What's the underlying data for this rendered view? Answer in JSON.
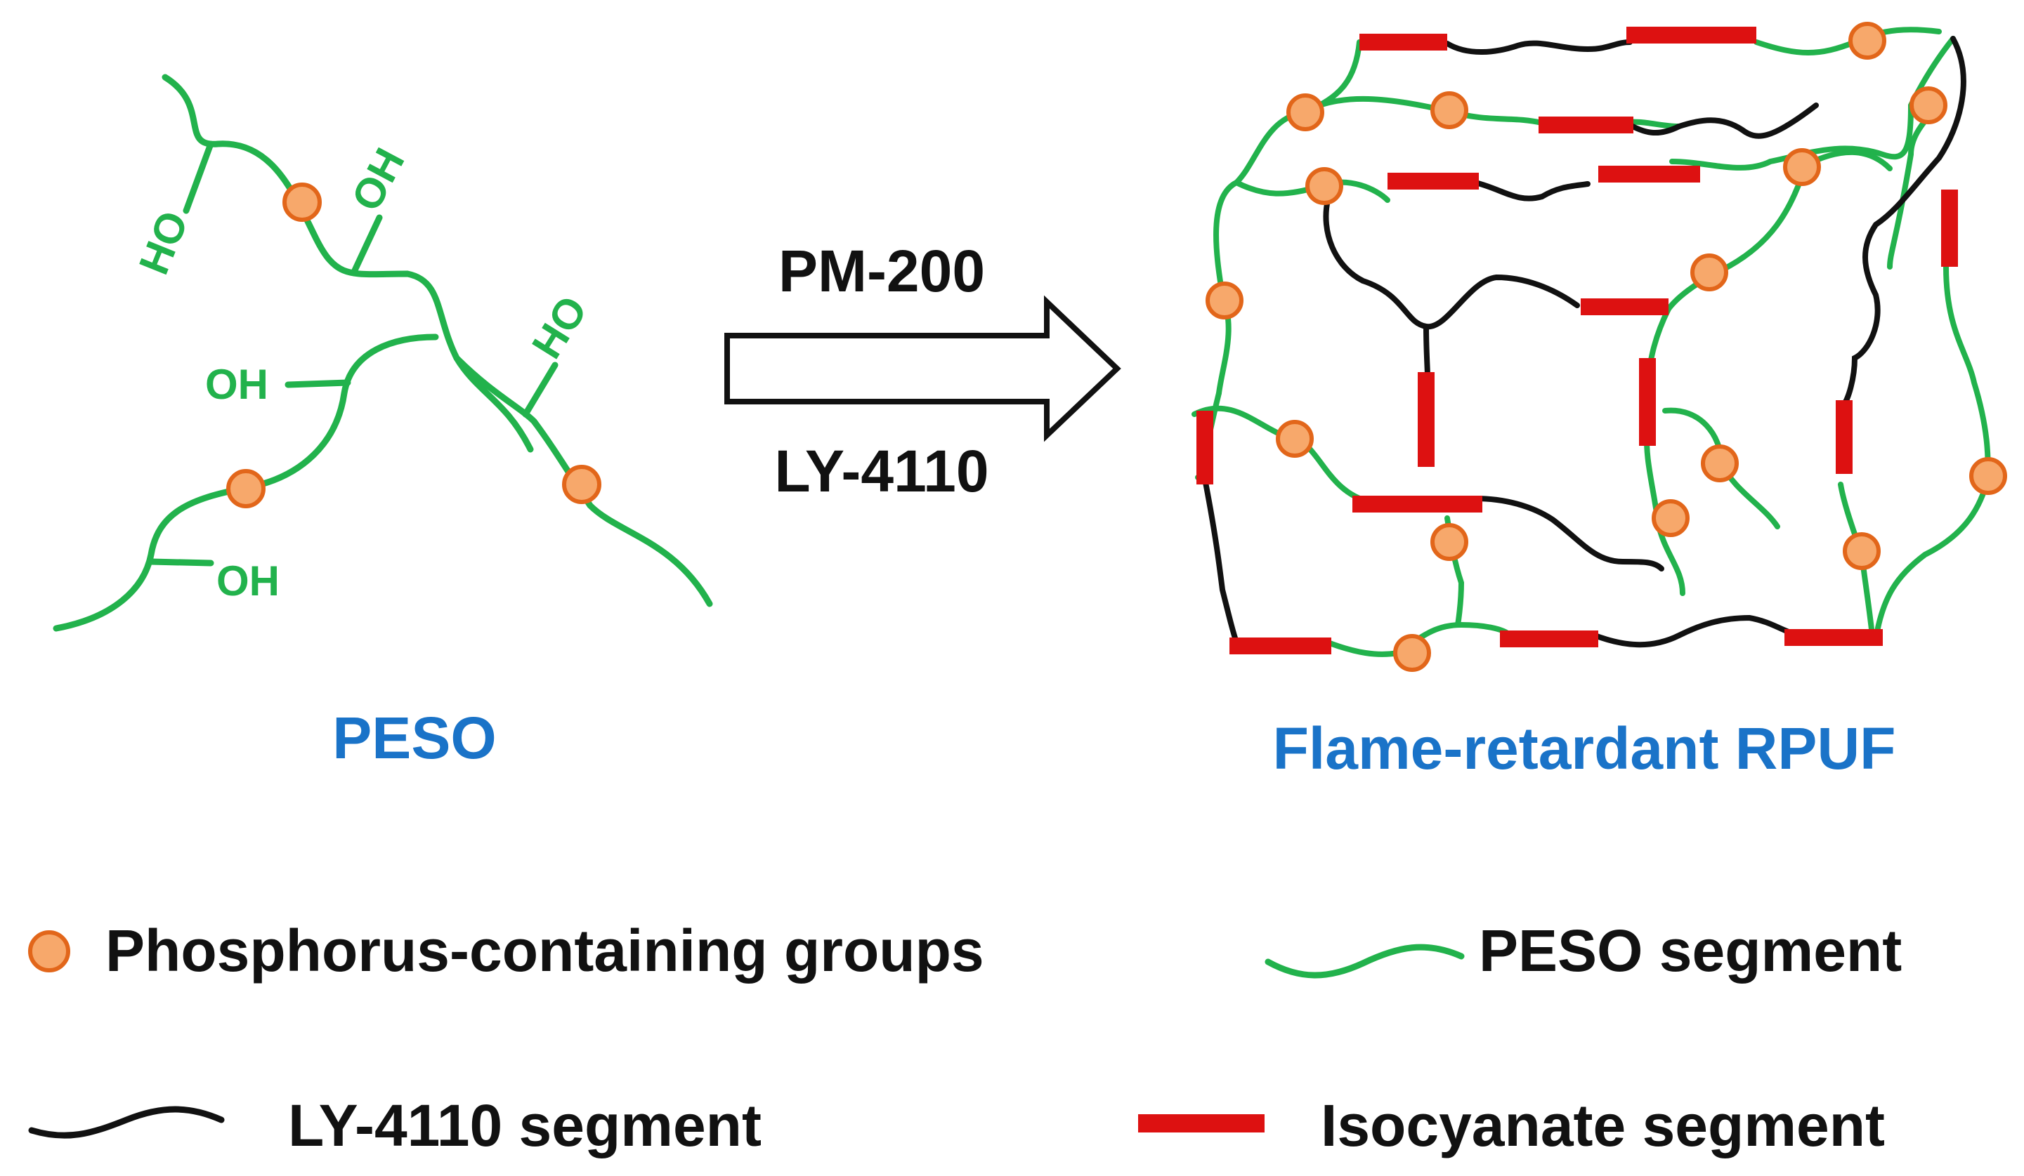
{
  "colors": {
    "peso": "#22b24c",
    "ly4110": "#111111",
    "isocyanate": "#dd1111",
    "phosphorus_fill": "#f7a86b",
    "phosphorus_stroke": "#e2661a",
    "label_blue": "#1a73c8"
  },
  "left": {
    "title": "PESO",
    "oh_labels": [
      "HO",
      "OH",
      "OH",
      "HO",
      "OH"
    ]
  },
  "arrow": {
    "top_label": "PM-200",
    "bottom_label": "LY-4110"
  },
  "right": {
    "title": "Flame-retardant RPUF"
  },
  "legend": {
    "phosphorus": "Phosphorus-containing groups",
    "peso_segment": "PESO segment",
    "ly4110_segment": "LY-4110 segment",
    "isocyanate_segment": "Isocyanate segment"
  }
}
